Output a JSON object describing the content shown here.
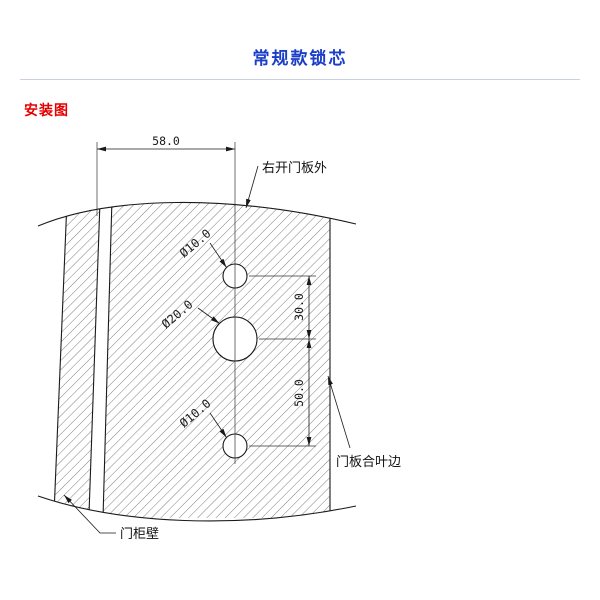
{
  "page": {
    "title": "常规款锁芯",
    "section_label": "安装图"
  },
  "colors": {
    "title_blue": "#1b3ec9",
    "section_red": "#e60000",
    "line": "#1a1a1a",
    "rule_gray": "#c9d2de",
    "background": "#ffffff"
  },
  "diagram": {
    "dim_width": "58.0",
    "dim_hole_spacing_upper": "30.0",
    "dim_hole_spacing_lower": "50.0",
    "hole_top_dia": "Ø10.0",
    "hole_mid_dia": "Ø20.0",
    "hole_bottom_dia": "Ø10.0",
    "label_door_panel_outer": "右开门板外",
    "label_hinge_edge": "门板合叶边",
    "label_cabinet_wall": "门柜壁"
  }
}
